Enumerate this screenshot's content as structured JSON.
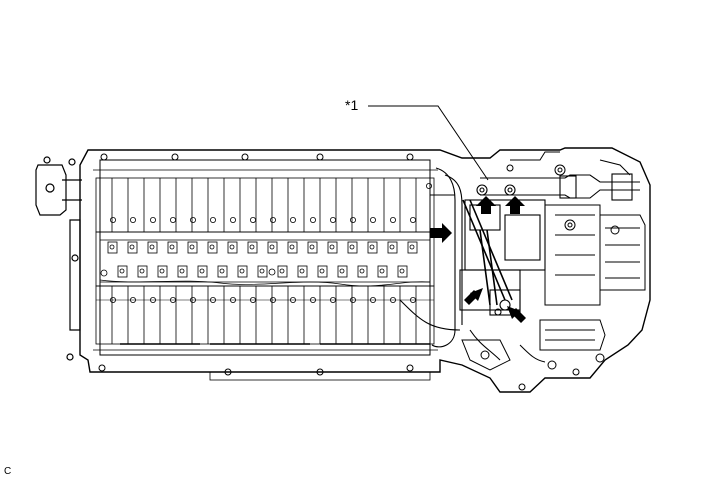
{
  "callout": {
    "label": "*1"
  },
  "figure_code": "C",
  "arrows": [
    {
      "name": "arrow-bracket-left",
      "direction": "right"
    },
    {
      "name": "arrow-bolt-top-a",
      "direction": "up"
    },
    {
      "name": "arrow-bolt-top-b",
      "direction": "up"
    },
    {
      "name": "arrow-lower-left",
      "direction": "up-right"
    },
    {
      "name": "arrow-lower-right",
      "direction": "up-left"
    }
  ],
  "colors": {
    "line": "#000000",
    "background": "#ffffff",
    "module_fill": "#ffffff"
  }
}
